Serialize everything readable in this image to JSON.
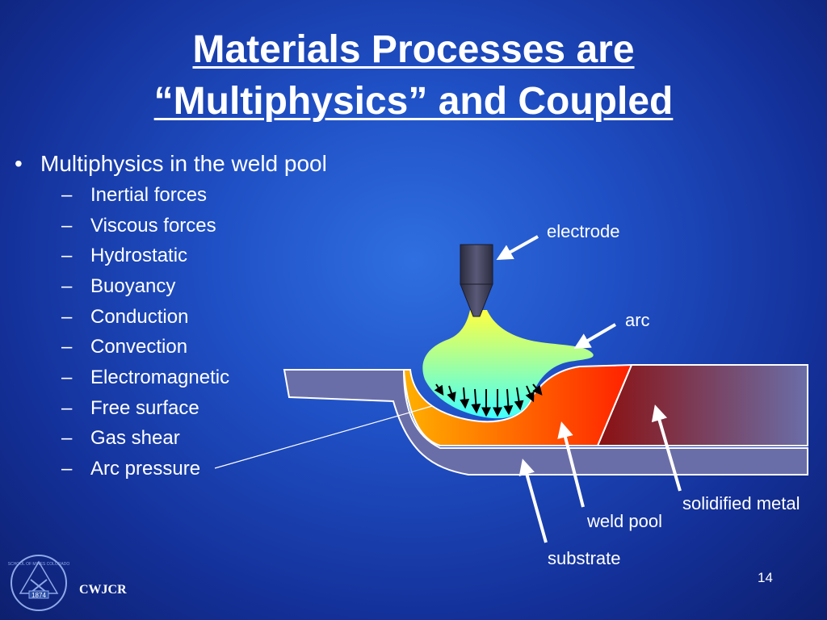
{
  "slide": {
    "title_line1": "Materials Processes are",
    "title_line2": "“Multiphysics” and Coupled",
    "page_number": "14"
  },
  "bullets": {
    "main": "Multiphysics in the weld pool",
    "items": [
      "Inertial forces",
      "Viscous forces",
      "Hydrostatic",
      "Buoyancy",
      "Conduction",
      "Convection",
      "Electromagnetic",
      "Free surface",
      "Gas shear",
      "Arc pressure"
    ]
  },
  "diagram": {
    "labels": {
      "electrode": "electrode",
      "arc": "arc",
      "solidified_metal": "solidified metal",
      "weld_pool": "weld pool",
      "substrate": "substrate"
    },
    "colors": {
      "substrate": "#6a6ea8",
      "weld_pool_light": "#ffb000",
      "weld_pool_dark": "#ff2000",
      "solidified_dark": "#8b1010",
      "solidified_light": "#6a6ea8",
      "arc_yellow": "#ffff40",
      "arc_cyan": "#40ffff"
    }
  },
  "footer": {
    "org": "CWJCR",
    "logo_text": "SCHOOL OF MINES COLORADO",
    "logo_year": "1874"
  }
}
